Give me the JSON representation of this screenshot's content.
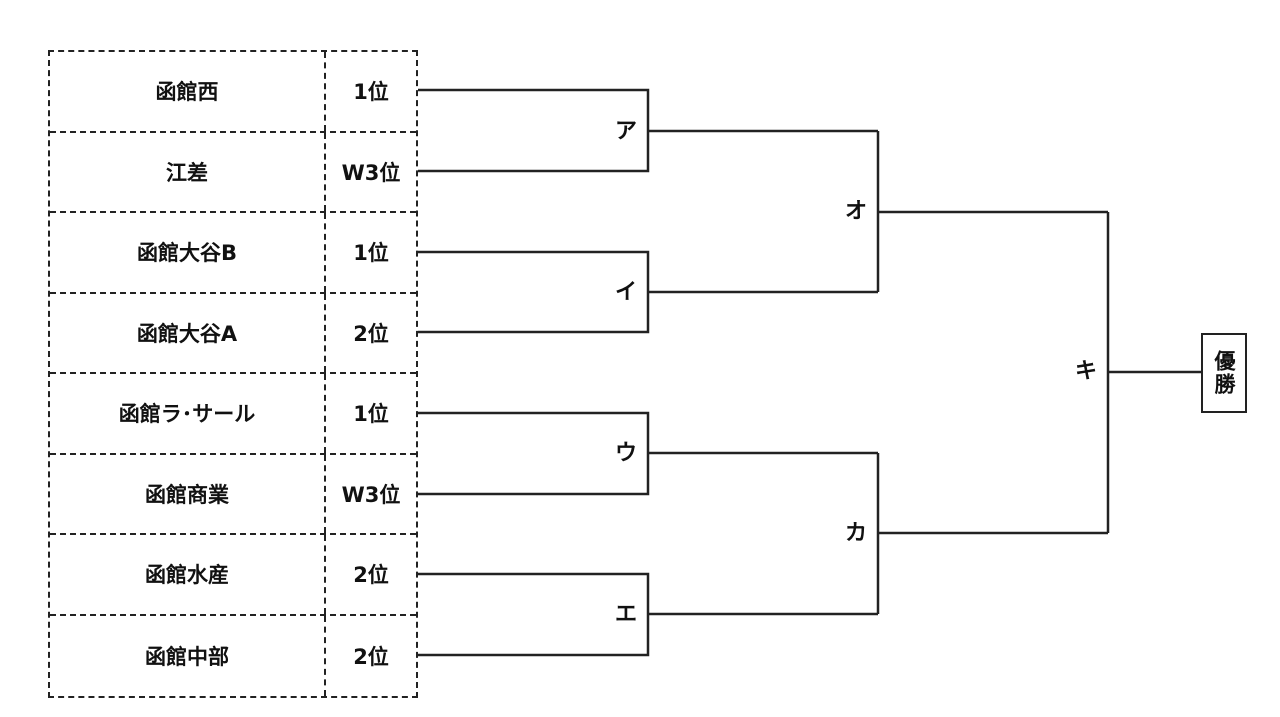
{
  "teams": [
    {
      "name": "函館西",
      "rank": "1位"
    },
    {
      "name": "江差",
      "rank": "W3位"
    },
    {
      "name": "函館大谷B",
      "rank": "1位"
    },
    {
      "name": "函館大谷A",
      "rank": "2位"
    },
    {
      "name": "函館ラ･サール",
      "rank": "1位"
    },
    {
      "name": "函館商業",
      "rank": "W3位"
    },
    {
      "name": "函館水産",
      "rank": "2位"
    },
    {
      "name": "函館中部",
      "rank": "2位"
    }
  ],
  "matches": {
    "a": "ア",
    "i": "イ",
    "u": "ウ",
    "e": "エ",
    "o": "オ",
    "ka": "カ",
    "ki": "キ"
  },
  "champion": "優勝"
}
